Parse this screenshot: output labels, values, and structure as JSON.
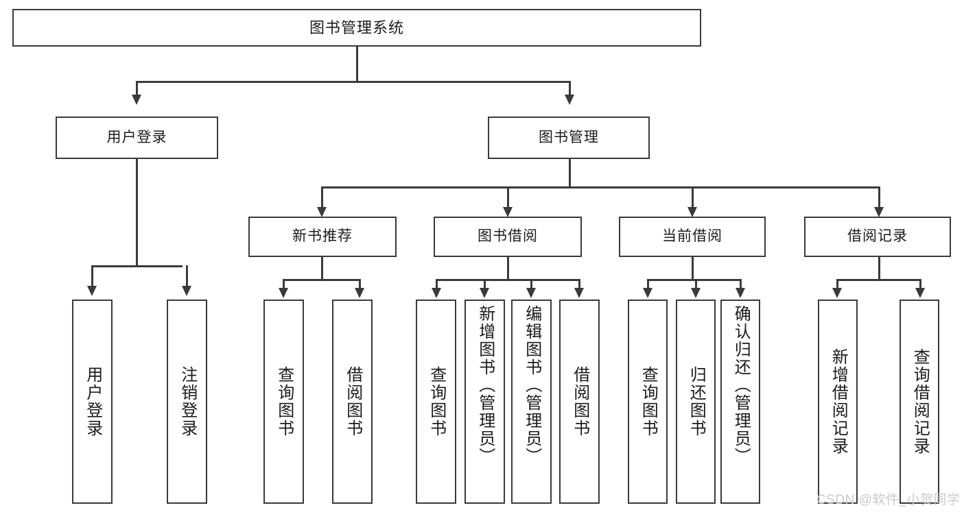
{
  "diagram": {
    "title": "图书管理系统",
    "type": "tree-hierarchy-diagram",
    "root": {
      "label": "图书管理系统"
    },
    "level2": [
      {
        "label": "用户登录"
      },
      {
        "label": "图书管理"
      }
    ],
    "level3": [
      {
        "label": "新书推荐"
      },
      {
        "label": "图书借阅"
      },
      {
        "label": "当前借阅"
      },
      {
        "label": "借阅记录"
      }
    ],
    "leaves": {
      "user_login": [
        {
          "label": "用户登录"
        },
        {
          "label": "注销登录"
        }
      ],
      "new_book_recommend": [
        {
          "label": "查询图书"
        },
        {
          "label": "借阅图书"
        }
      ],
      "book_borrow": [
        {
          "label": "查询图书"
        },
        {
          "label": "新增图书（管理员）"
        },
        {
          "label": "编辑图书（管理员）"
        },
        {
          "label": "借阅图书"
        }
      ],
      "current_borrow": [
        {
          "label": "查询图书"
        },
        {
          "label": "归还图书"
        },
        {
          "label": "确认归还（管理员）"
        }
      ],
      "borrow_record": [
        {
          "label": "新增借阅记录"
        },
        {
          "label": "查询借阅记录"
        }
      ]
    },
    "colors": {
      "stroke": "#3a3a3a",
      "background": "#ffffff",
      "text": "#1b1b1b",
      "watermark": "#c9c9c9"
    }
  },
  "watermark": {
    "text": "CSDN @软件_小贺同学"
  }
}
